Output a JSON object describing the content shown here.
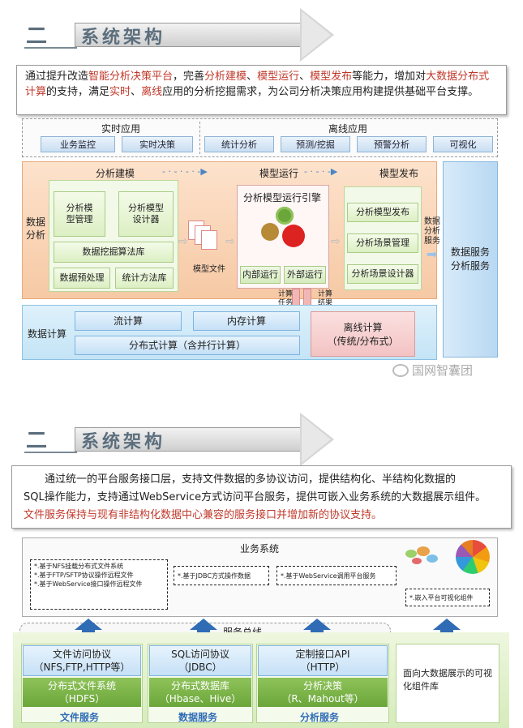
{
  "section1": {
    "number": "二",
    "title": "系统架构",
    "desc": {
      "p1": "通过提升改造",
      "r1": "智能分析决策平台",
      "p2": "，完善",
      "r2": "分析建模",
      "p3": "、",
      "r3": "模型运行",
      "p4": "、",
      "r4": "模型发布",
      "p5": "等能力，增加对",
      "r5": "大数据分布式计算",
      "p6": "的支持，满足",
      "r6": "实时",
      "p7": "、",
      "r7": "离线",
      "p8": "应用的分析挖掘需求，为公司分析决策应用构建提供基础平台支撑。"
    },
    "realtime": {
      "title": "实时应用",
      "items": [
        "业务监控",
        "实时决策"
      ]
    },
    "offline": {
      "title": "离线应用",
      "items": [
        "统计分析",
        "预测/挖掘",
        "预警分析",
        "可视化"
      ]
    },
    "analysis": {
      "side_label": "数据分析",
      "modeling": {
        "title": "分析建模",
        "tool1": "分析模型管理",
        "tool2": "分析模型设计器",
        "algo": "数据挖掘算法库",
        "prep": "数据预处理",
        "stat": "统计方法库"
      },
      "model_file": "模型文件",
      "running": {
        "title": "模型运行",
        "engine": "分析模型运行引擎",
        "internal": "内部运行",
        "external": "外部运行",
        "task": "计算任务",
        "result": "计算结果"
      },
      "publish": {
        "title": "模型发布",
        "items": [
          "分析模型发布",
          "分析场景管理",
          "分析场景设计器"
        ]
      },
      "service_label": "数据分析服务"
    },
    "right_service": "数据服务分析服务",
    "compute": {
      "side_label": "数据计算",
      "stream": "流计算",
      "memory": "内存计算",
      "distributed": "分布式计算（含并行计算）",
      "offline_title": "离线计算",
      "offline_sub": "（传统/分布式）"
    },
    "watermark": "国网智囊团"
  },
  "section2": {
    "number": "二",
    "title": "系统架构",
    "desc": {
      "line1": "通过统一的平台服务接口层，支持文件数据的多协议访问，提供结构化、半结构化数据的",
      "line2": "SQL操作能力，支持通过WebService方式访问平台服务，提供可嵌入业务系统的大数据展示组件。",
      "line3": "文件服务保持与现有非结构化数据中心兼容的服务接口并增加新的协议支持。"
    },
    "business_system": "业务系统",
    "notes": {
      "file": [
        "*.基于NFS挂载分布式文件系统",
        "*.基于FTP/SFTP协议操作远程文件",
        "*.基于WebService接口操作远程文件"
      ],
      "jdbc": "*.基于JDBC方式操作数据",
      "ws": "*.基于WebService调用平台服务",
      "embed": "*.嵌入平台可视化组件"
    },
    "service_bus": "服务总线",
    "columns": [
      {
        "proto": "文件访问协议",
        "proto_sub": "（NFS,FTP,HTTP等）",
        "base": "分布式文件系统",
        "base_sub": "（HDFS）",
        "label": "文件服务"
      },
      {
        "proto": "SQL访问协议",
        "proto_sub": "（JDBC）",
        "base": "分布式数据库",
        "base_sub": "（Hbase、Hive）",
        "label": "数据服务"
      },
      {
        "proto": "定制接口API",
        "proto_sub": "（HTTP）",
        "base": "分析决策",
        "base_sub": "（R、Mahout等）",
        "label": "分析服务"
      }
    ],
    "viz_lib": "面向大数据展示的可视化组件库"
  },
  "colors": {
    "red": "#c0392b",
    "orange": "#f6c9a4",
    "blue": "#2f6cb5",
    "green": "#6aa63a"
  }
}
